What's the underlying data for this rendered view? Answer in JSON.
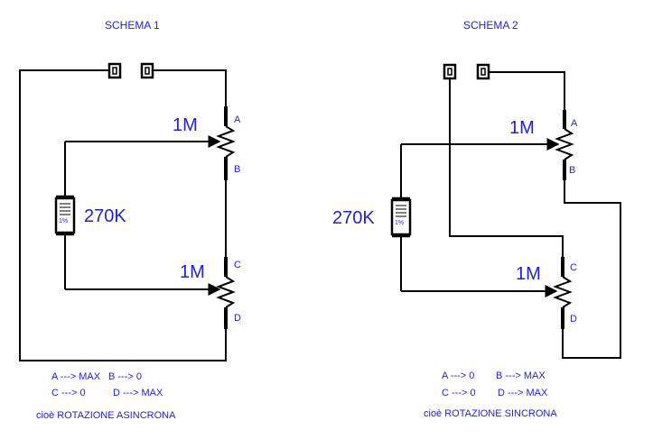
{
  "schema1": {
    "title": "SCHEMA 1",
    "pot_top_value": "1M",
    "pot_bottom_value": "1M",
    "resistor_value": "270K",
    "resistor_tolerance": "1%",
    "pin_a": "A",
    "pin_b": "B",
    "pin_c": "C",
    "pin_d": "D",
    "line1_part1": "A ---> MAX",
    "line1_part2": "B ---> 0",
    "line2_part1": "C ---> 0",
    "line2_part2": "D ---> MAX",
    "summary": "cioè ROTAZIONE ASINCRONA"
  },
  "schema2": {
    "title": "SCHEMA 2",
    "pot_top_value": "1M",
    "pot_bottom_value": "1M",
    "resistor_value": "270K",
    "resistor_tolerance": "1%",
    "pin_a": "A",
    "pin_b": "B",
    "pin_c": "C",
    "pin_d": "D",
    "line1_part1": "A ---> 0",
    "line1_part2": "B ---> MAX",
    "line2_part1": "C ---> 0",
    "line2_part2": "D ---> MAX",
    "summary": "cioè ROTAZIONE SINCRONA"
  },
  "colors": {
    "wire": "#000000",
    "text": "#1f1fd6"
  }
}
